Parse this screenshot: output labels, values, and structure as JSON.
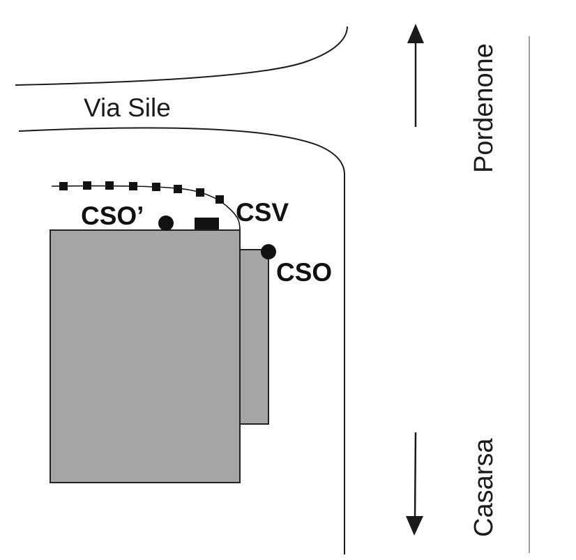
{
  "diagram": {
    "road_label": "Via Sile",
    "directions": {
      "north": {
        "label": "Pordenone",
        "arrow": "arrow-up-icon"
      },
      "south": {
        "label": "Casarsa",
        "arrow": "arrow-down-icon"
      }
    },
    "points": {
      "cso_prime": {
        "label": "CSO’",
        "marker": "circle"
      },
      "csv": {
        "label": "CSV",
        "marker": "rectangle"
      },
      "cso": {
        "label": "CSO",
        "marker": "circle"
      }
    },
    "colors": {
      "building_fill": "#a6a6a6",
      "stroke": "#1a1a1a",
      "background": "#ffffff"
    }
  }
}
